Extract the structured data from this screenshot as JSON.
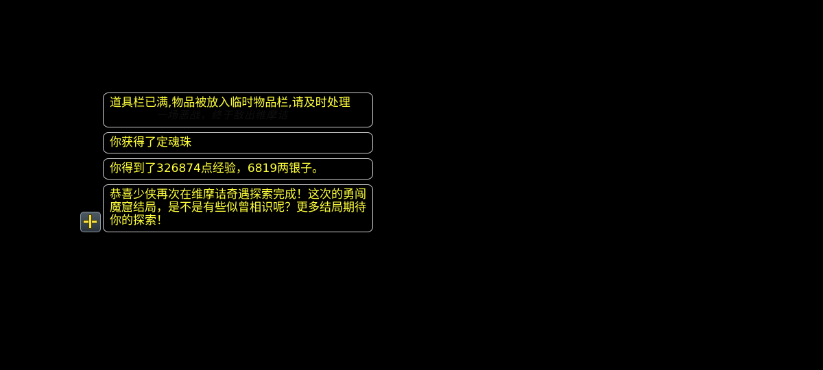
{
  "background_text": "一场恶战，终于敌出维摩诘",
  "messages": [
    {
      "text": "道具栏已满,物品被放入临时物品栏,请及时处理"
    },
    {
      "text": "你获得了定魂珠"
    },
    {
      "text": "你得到了326874点经验，6819两银子。"
    },
    {
      "text": "恭喜少侠再次在维摩诘奇遇探索完成！这次的勇闯魔窟结局，是不是有些似曾相识呢？更多结局期待你的探索！"
    }
  ],
  "expand_button": {
    "icon": "plus-icon"
  },
  "colors": {
    "message_text": "#ffff3c",
    "message_border": "#cfcfcf",
    "background": "#000000",
    "plus": "#f4e24a"
  }
}
